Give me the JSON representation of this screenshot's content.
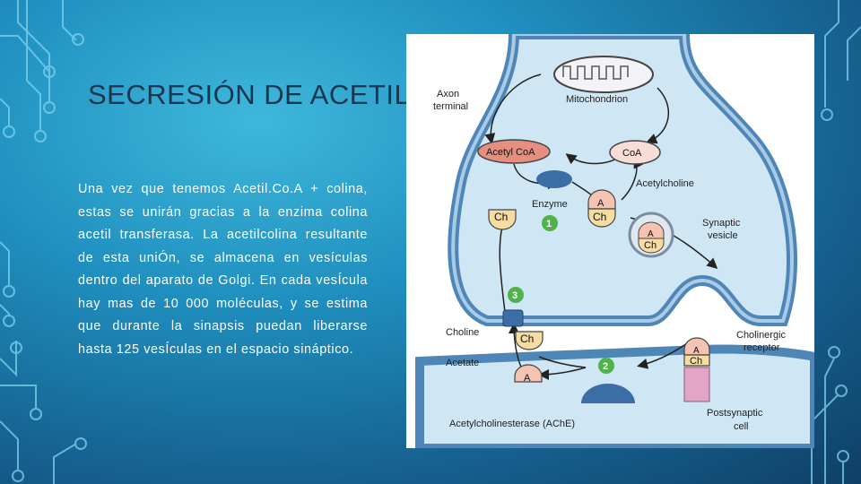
{
  "slide": {
    "title": "SECRESIÓN DE ACETILCOLINA",
    "body": "Una vez que tenemos Acetil.Co.A + colina, estas se unirán gracias a la enzima colina acetil transferasa. La acetilcolina resultante de esta uniÓn, se almacena en vesículas dentro del aparato de Golgi. En cada vesÍcula hay mas de 10 000 moléculas, y se estima que durante la sinapsis puedan liberarse hasta 125 vesÍculas en el espacio sináptico."
  },
  "diagram": {
    "labels": {
      "axon_terminal_1": "Axon",
      "axon_terminal_2": "terminal",
      "mitochondrion": "Mitochondrion",
      "acetyl_coa": "Acetyl CoA",
      "coa": "CoA",
      "acetylcholine": "Acetylcholine",
      "enzyme": "Enzyme",
      "synaptic_vesicle_1": "Synaptic",
      "synaptic_vesicle_2": "vesicle",
      "choline": "Choline",
      "acetate": "Acetate",
      "cholinergic_receptor_1": "Cholinergic",
      "cholinergic_receptor_2": "receptor",
      "ache": "Acetylcholinesterase (AChE)",
      "postsynaptic_1": "Postsynaptic",
      "postsynaptic_2": "cell"
    },
    "tokens": {
      "a": "A",
      "ch": "Ch"
    },
    "steps": [
      "1",
      "2",
      "3"
    ],
    "colors": {
      "membrane": "#4f86b8",
      "cytoplasm": "#cfe6f5",
      "acetyl_coa_fill": "#e58f80",
      "a_token": "#f4c3b2",
      "ch_token": "#f6dca0",
      "step_circle": "#4fb34a",
      "receptor": "#e3a5c6",
      "enzyme": "#3c6ea6"
    }
  }
}
